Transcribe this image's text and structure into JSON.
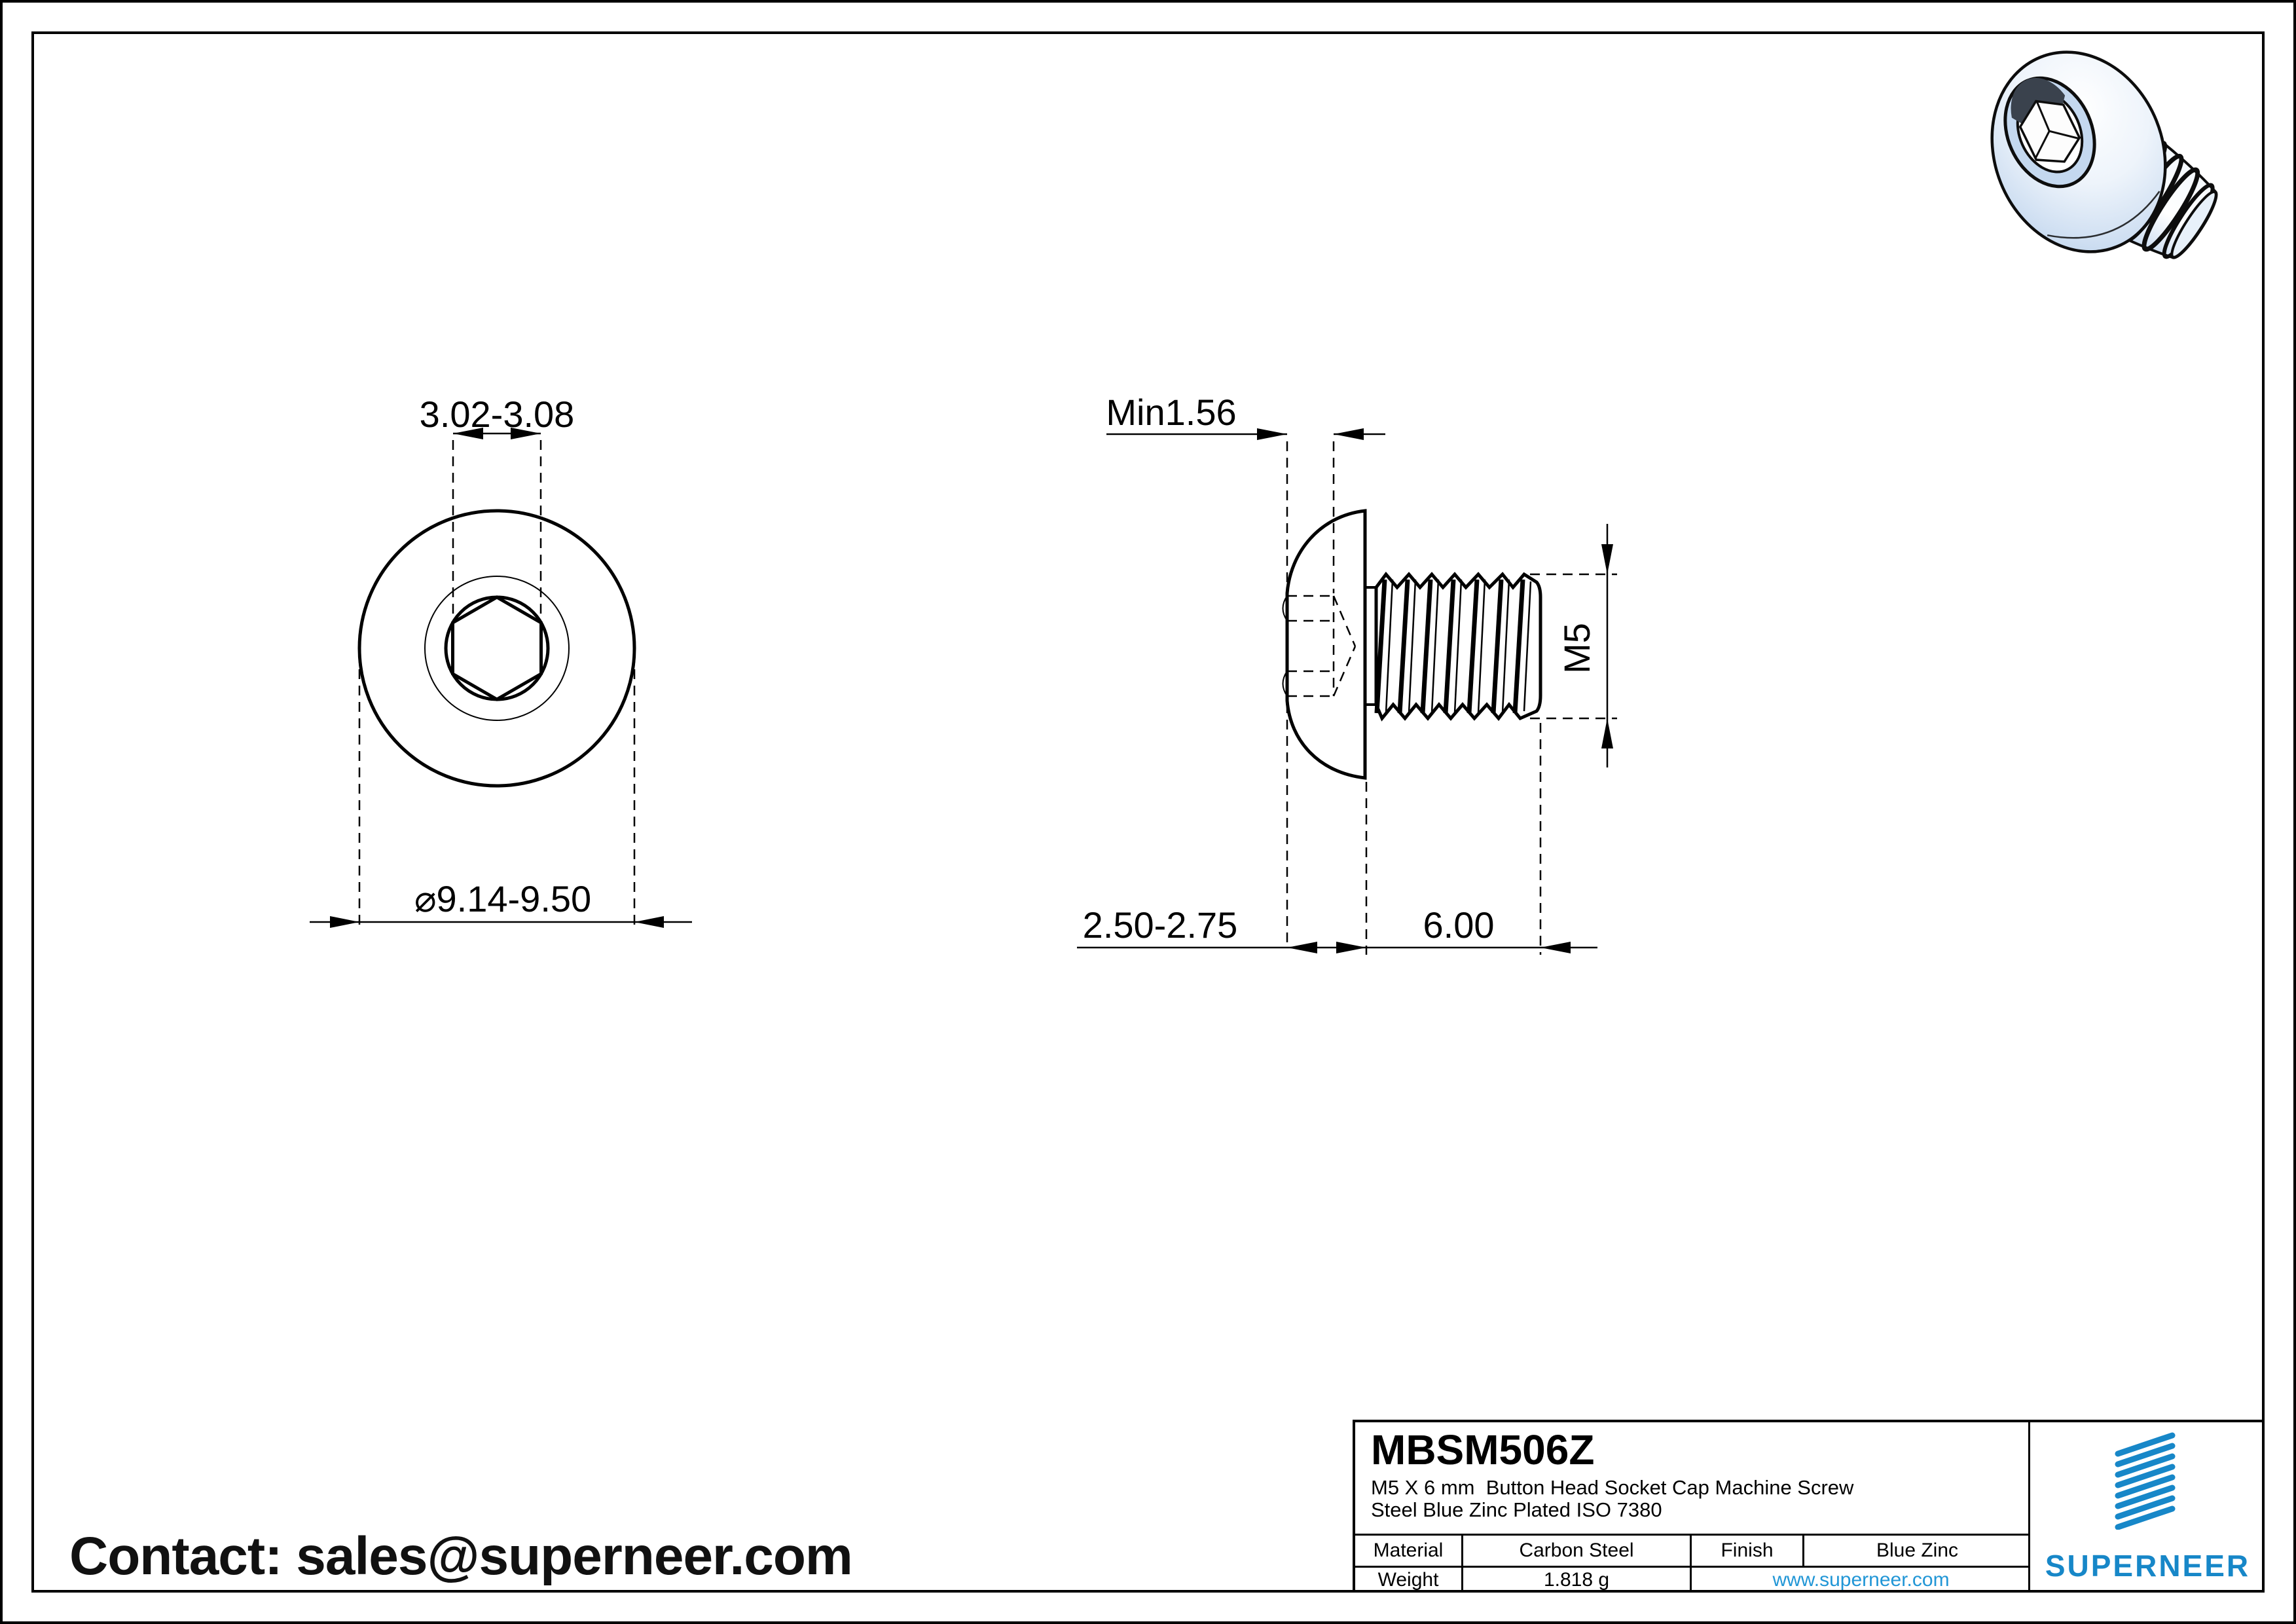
{
  "views": {
    "front": {
      "dim_socket": "3.02-3.08",
      "dim_head_dia": "⌀9.14-9.50"
    },
    "side": {
      "dim_depth": "Min1.56",
      "dim_head_h": "2.50-2.75",
      "dim_length": "6.00",
      "dim_thread": "M5"
    }
  },
  "title_block": {
    "part_number": "MBSM506Z",
    "description_line1": "M5 X 6 mm  Button Head Socket Cap Machine Screw",
    "description_line2": "Steel Blue Zinc Plated ISO 7380",
    "material_label": "Material",
    "material_value": "Carbon Steel",
    "finish_label": "Finish",
    "finish_value": "Blue Zinc",
    "weight_label": "Weight",
    "weight_value": "1.818 g",
    "website": "www.superneer.com",
    "brand": "SUPERNEER"
  },
  "footer": {
    "contact": "Contact: sales@superneer.com"
  },
  "colors": {
    "brand_blue": "#1787C8",
    "link_blue": "#2196D6",
    "ink": "#000000"
  }
}
